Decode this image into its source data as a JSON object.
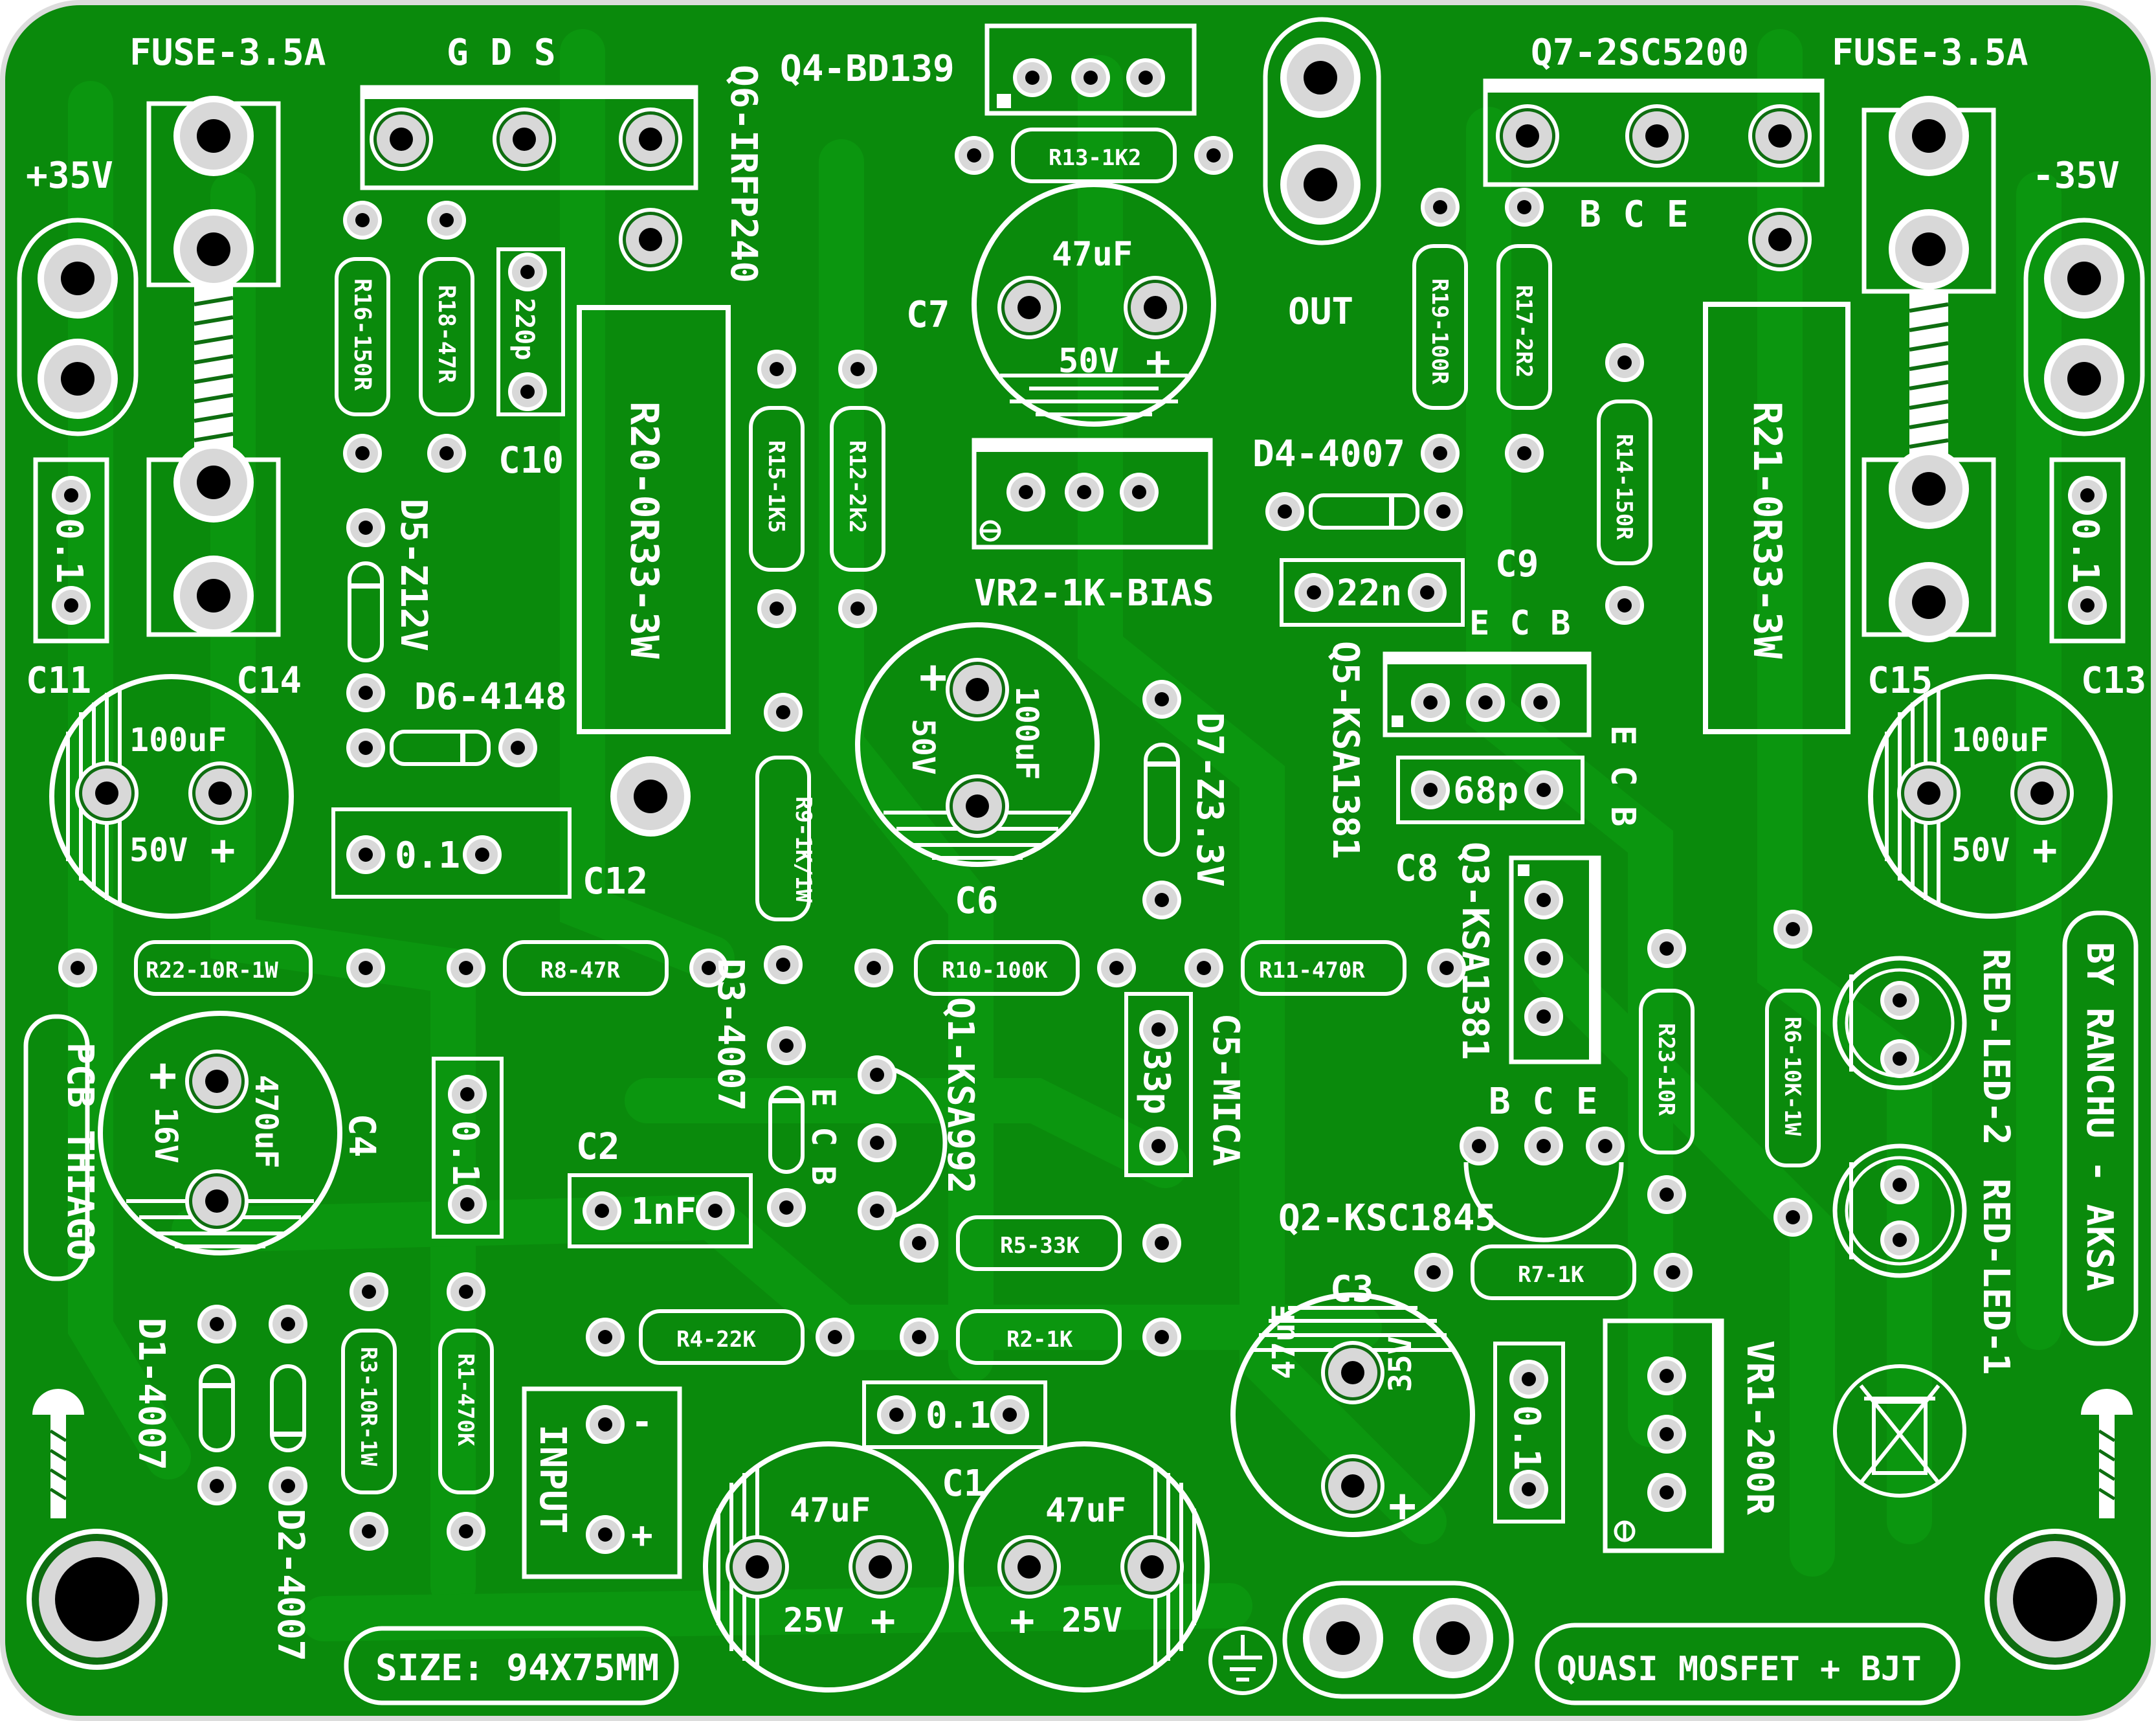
{
  "colors": {
    "board": "#0a8a0c",
    "trace": "#0b9a0e",
    "silk": "#ffffff",
    "pad": "#d8d8d8",
    "hole": "#000000"
  },
  "labels": {
    "fuse_left": "FUSE-3.5A",
    "fuse_right": "FUSE-3.5A",
    "gds": "G  D  S",
    "q6": "Q6-IRFP240",
    "q4": "Q4-BD139",
    "q7": "Q7-2SC5200",
    "bce": "B  C  E",
    "plus35": "+35V",
    "minus35": "-35V",
    "out": "OUT",
    "r16": "R16-150R",
    "r18": "R18-47R",
    "c10v": "220p",
    "c10": "C10",
    "r20": "R20-0R33-3W",
    "r15": "R15-1K5",
    "r12": "R12-2k2",
    "r13": "R13-1K2",
    "c7v": "47uF",
    "c7volt": "50V",
    "c7": "C7",
    "vr2": "VR2-1K-BIAS",
    "r19": "R19-100R",
    "r17": "R17-2R2",
    "r14": "R14-150R",
    "r21": "R21-0R33-3W",
    "d4": "D4-4007",
    "c9v": "22n",
    "c9": "C9",
    "ecb": "E  C  B",
    "q5": "Q5-KSA1381",
    "ecb_v": "E C B",
    "c8v": "68p",
    "c8": "C8",
    "q3": "Q3-KSA1381",
    "c11": "C11",
    "c14": "C14",
    "c15": "C15",
    "c13": "C13",
    "c11v": "0.1",
    "c13v": "0.1",
    "c14v": "100uF",
    "c14volt": "50V",
    "c13cv": "100uF",
    "c13volt": "50V",
    "d5": "D5-Z12V",
    "d6": "D6-4148",
    "c12v": "0.1",
    "c12": "C12",
    "r9": "R9-1K/1W",
    "c6v": "100uF",
    "c6volt": "50V",
    "c6": "C6",
    "d7": "D7-Z3.3V",
    "r22": "R22-10R-1W",
    "r8": "R8-47R",
    "r10": "R10-100K",
    "r11": "R11-470R",
    "pcb": "PCB THIAGO",
    "c4v": "470uF",
    "c4volt": "16V",
    "c4": "C4",
    "c4b": "0.1",
    "c2": "C2",
    "c2v": "1nF",
    "d3": "D3-4007",
    "q1": "Q1-KSA992",
    "ecb_q1": "E C B",
    "c5v": "33p",
    "c5": "C5-MICA",
    "bce_q2": "B  C  E",
    "r23": "R23-10R",
    "r6": "R6-10K-1W",
    "led2": "RED-LED-2",
    "led1": "RED-LED-1",
    "by": "BY RANCHU - AKSA",
    "q2": "Q2-KSC1845",
    "r5": "R5-33K",
    "r7": "R7-1K",
    "c3": "C3",
    "c3v": "47uF",
    "c3volt": "35V",
    "c3b": "0.1",
    "vr1": "VR1-200R",
    "r4": "R4-22K",
    "r2": "R2-1K",
    "c1b": "0.1",
    "c1": "C1",
    "r3": "R3-10R-1W",
    "r1": "R1-470K",
    "d1": "D1-4007",
    "d2": "D2-4007",
    "input": "INPUT",
    "minus": "-",
    "plus": "+",
    "c1av": "47uF",
    "c1avolt": "25V",
    "c1bv": "47uF",
    "c1bvolt": "25V",
    "size": "SIZE: 94X75MM",
    "quasi": "QUASI MOSFET + BJT"
  }
}
